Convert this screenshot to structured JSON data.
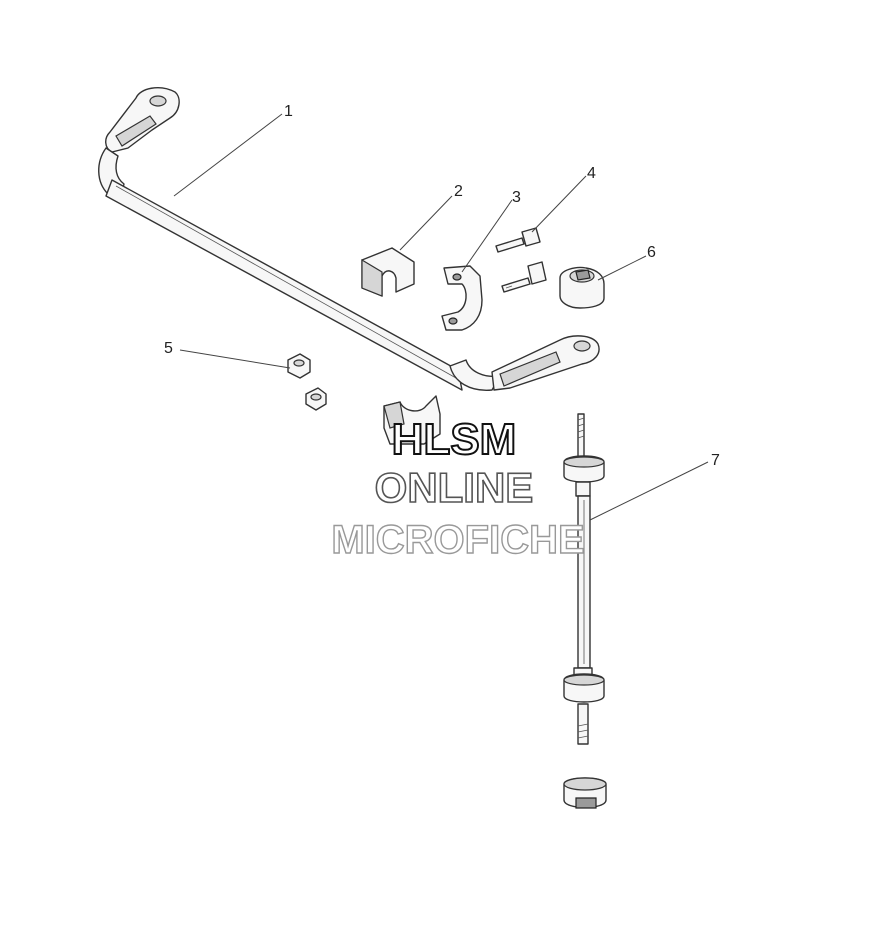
{
  "callouts": [
    "1",
    "2",
    "3",
    "4",
    "5",
    "6",
    "7"
  ],
  "watermark": {
    "line1": "HLSM",
    "line2": "ONLINE",
    "line3": "MICROFICHE"
  }
}
